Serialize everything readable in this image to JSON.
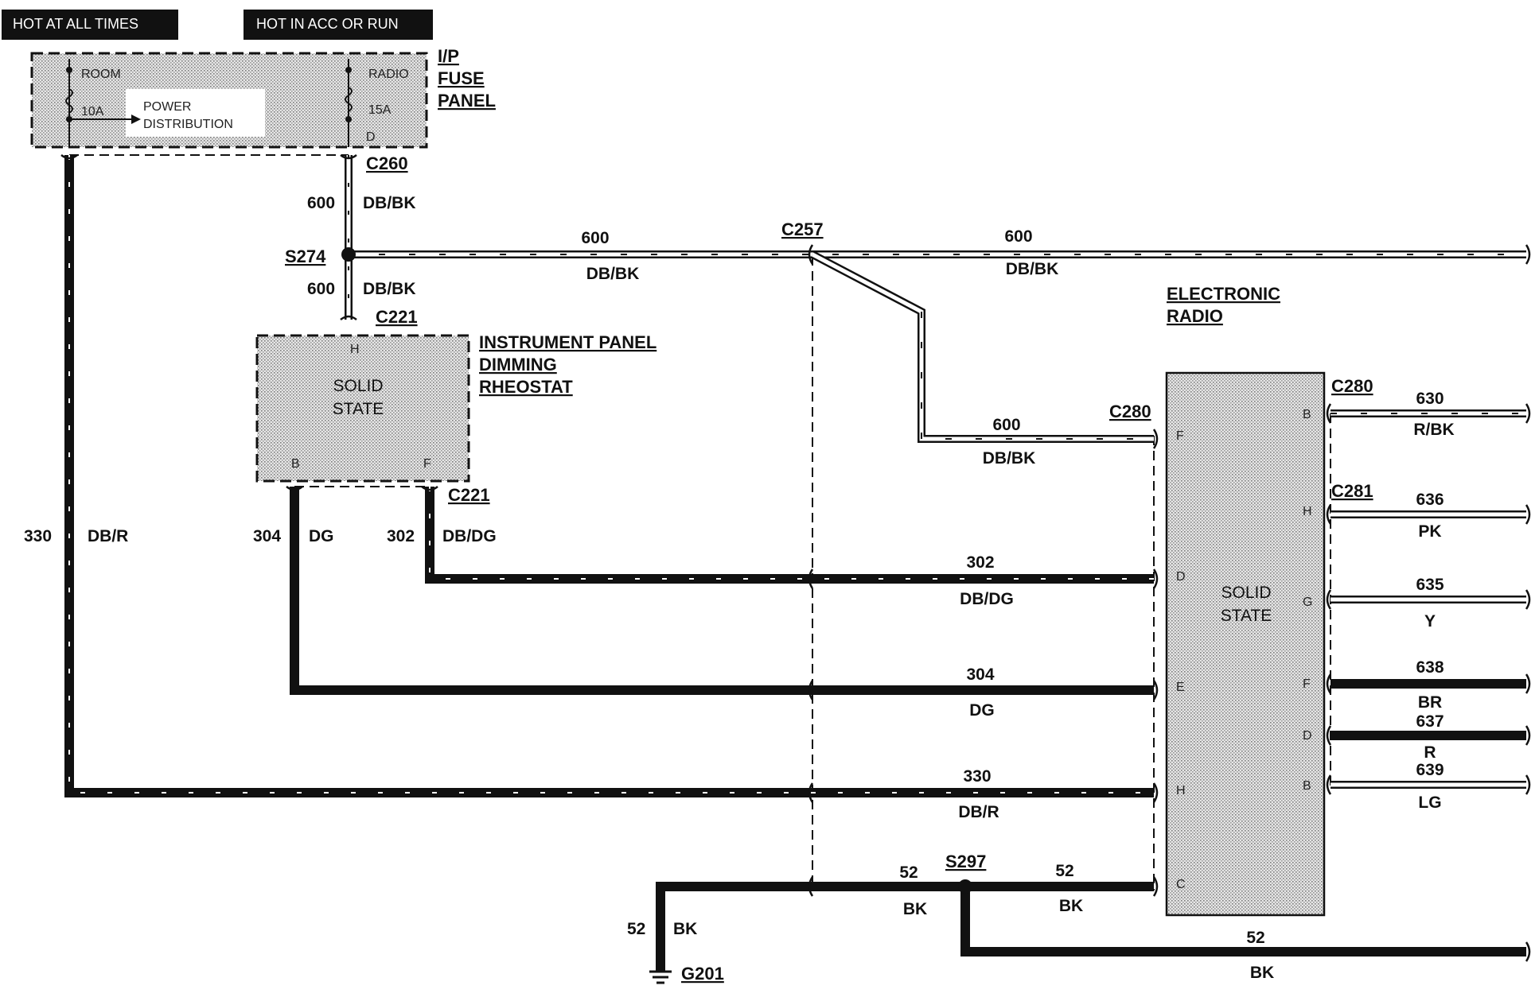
{
  "headers": {
    "hot_always": "HOT AT ALL TIMES",
    "hot_acc_run": "HOT IN ACC OR RUN"
  },
  "fuse_panel": {
    "title_lines": [
      "I/P",
      "FUSE",
      "PANEL"
    ],
    "fuse_room": "ROOM",
    "fuse_room_rating": "10A",
    "fuse_radio": "RADIO",
    "fuse_radio_rating": "15A",
    "fuse_radio_pin": "D",
    "power_distribution": [
      "POWER",
      "DISTRIBUTION"
    ]
  },
  "dimmer": {
    "title_lines": [
      "INSTRUMENT PANEL",
      "DIMMING",
      "RHEOSTAT"
    ],
    "body_lines": [
      "SOLID",
      "STATE"
    ],
    "pin_h": "H",
    "pin_b": "B",
    "pin_f": "F"
  },
  "radio": {
    "title_lines": [
      "ELECTRONIC",
      "RADIO"
    ],
    "body_lines": [
      "SOLID",
      "STATE"
    ],
    "left_pins": [
      "F",
      "D",
      "E",
      "H",
      "C"
    ],
    "right_pins": [
      "B",
      "H",
      "G",
      "F",
      "D",
      "B"
    ]
  },
  "connectors": {
    "c260": "C260",
    "c221_top": "C221",
    "c221_bottom": "C221",
    "c257": "C257",
    "c280_left": "C280",
    "c280_right": "C280",
    "c281": "C281",
    "s274": "S274",
    "s297": "S297",
    "g201": "G201"
  },
  "wires": {
    "w600_vert_top": {
      "num": "600",
      "color": "DB/BK"
    },
    "w600_vert_bot": {
      "num": "600",
      "color": "DB/BK"
    },
    "w600_h1": {
      "num": "600",
      "color": "DB/BK"
    },
    "w600_h2": {
      "num": "600",
      "color": "DB/BK"
    },
    "w600_radio": {
      "num": "600",
      "color": "DB/BK"
    },
    "w330_vert": {
      "num": "330",
      "color": "DB/R"
    },
    "w304_vert": {
      "num": "304",
      "color": "DG"
    },
    "w302_vert": {
      "num": "302",
      "color": "DB/DG"
    },
    "w302_h": {
      "num": "302",
      "color": "DB/DG"
    },
    "w304_h": {
      "num": "304",
      "color": "DG"
    },
    "w330_h": {
      "num": "330",
      "color": "DB/R"
    },
    "w52_vert": {
      "num": "52",
      "color": "BK"
    },
    "w52_left": {
      "num": "52",
      "color": "BK"
    },
    "w52_right": {
      "num": "52",
      "color": "BK"
    },
    "w52_bottom": {
      "num": "52",
      "color": "BK"
    },
    "w630": {
      "num": "630",
      "color": "R/BK"
    },
    "w636": {
      "num": "636",
      "color": "PK"
    },
    "w635": {
      "num": "635",
      "color": "Y"
    },
    "w638": {
      "num": "638",
      "color": "BR"
    },
    "w637": {
      "num": "637",
      "color": "R"
    },
    "w639": {
      "num": "639",
      "color": "LG"
    }
  }
}
